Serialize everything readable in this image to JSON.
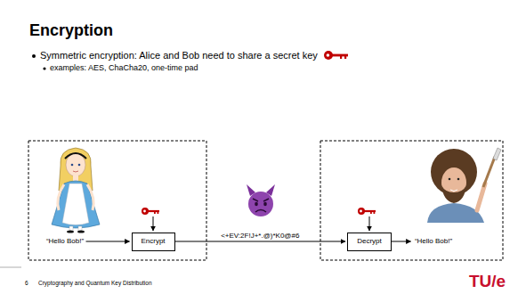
{
  "diagram": {
    "title": "Encryption",
    "nodes": [
      {
        "text": [
          "“Hello Bob!”"
        ]
      },
      {
        "text": [
          "Encrypt"
        ]
      },
      {
        "text": [
          "Decrypt"
        ]
      },
      {
        "text": [
          "“Hello Bob!”"
        ]
      }
    ],
    "edges": [
      {
        "from": 0,
        "to": 1,
        "arrow": "to"
      },
      {
        "from": 1,
        "to": 2,
        "label": "<+EV:2F!J+*.@)*K0@#6",
        "arrow": "to"
      },
      {
        "from": 2,
        "to": 3,
        "arrow": "to"
      }
    ],
    "labels": [
      "Symmetric encryption: Alice and Bob need to share a secret key",
      "examples: AES, ChaCha20, one-time pad",
      "6",
      "Cryptography and Quantum Key Distribution",
      "TU/e"
    ]
  }
}
